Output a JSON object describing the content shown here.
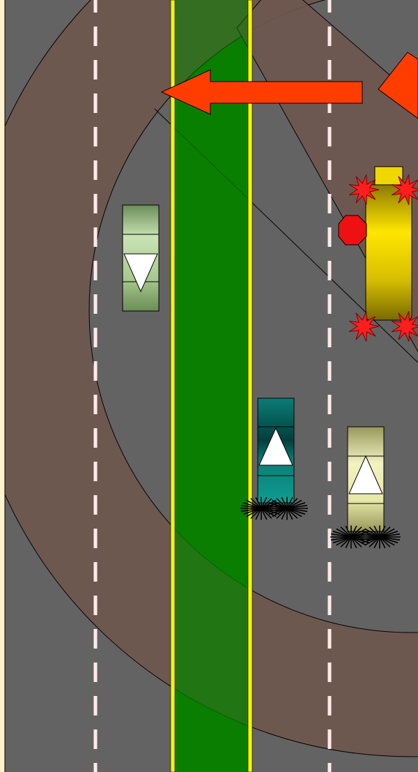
{
  "colors": {
    "page_border": "#FFF2CC",
    "asphalt": "#636363",
    "lane_dash": "#FFE9E9",
    "median": "#0A7F00",
    "median_edge": "#F5F500",
    "approach_band": "#6E574F",
    "arrow": "#FF3D00",
    "skid": "#000000",
    "debris": "#FF1E1E",
    "stop_sign": "#EE1111"
  },
  "vehicles": [
    {
      "id": "vehicle-1",
      "direction": "southbound",
      "body": "#A7C98C",
      "body_dark": "#6B8D57",
      "arrow": "down"
    },
    {
      "id": "vehicle-2",
      "direction": "northbound",
      "body": "#0B7D75",
      "body_dark": "#033F3B",
      "arrow": "up"
    },
    {
      "id": "vehicle-3",
      "direction": "northbound",
      "body": "#E7E7A6",
      "body_dark": "#97975C",
      "arrow": "up"
    },
    {
      "id": "vehicle-4-emergency",
      "direction": "stopped",
      "body": "#FFE600",
      "body_dark": "#8C7A00",
      "arrow": "none"
    }
  ],
  "icons": [
    "direction-arrow-icon",
    "stop-sign-icon",
    "skid-mark-icon",
    "debris-burst-icon",
    "lane-arrow-icon"
  ]
}
